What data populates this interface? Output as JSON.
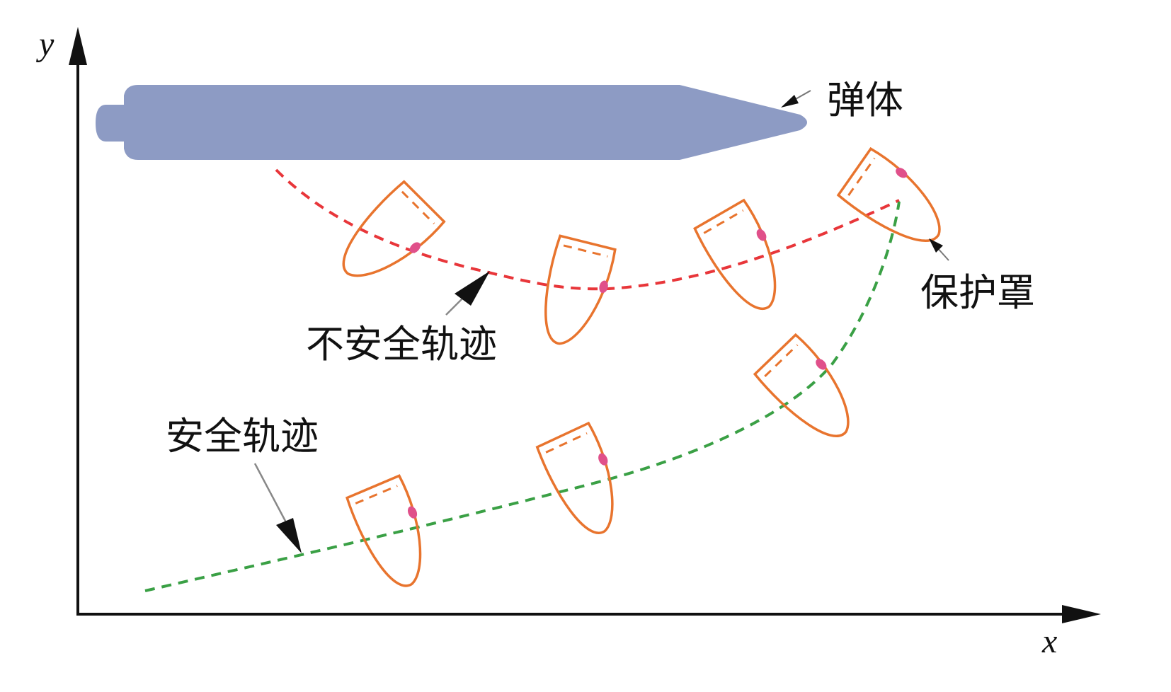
{
  "labels": {
    "body": "弹体",
    "shroud": "保护罩",
    "unsafe_trajectory": "不安全轨迹",
    "safe_trajectory": "安全轨迹",
    "x_axis": "x",
    "y_axis": "y"
  },
  "colors": {
    "body": "#8d9bc4",
    "shroud": "#e8742e",
    "shroud_mark": "#e0508a",
    "unsafe": "#e8363a",
    "safe": "#3aa045",
    "axis": "#111111"
  }
}
